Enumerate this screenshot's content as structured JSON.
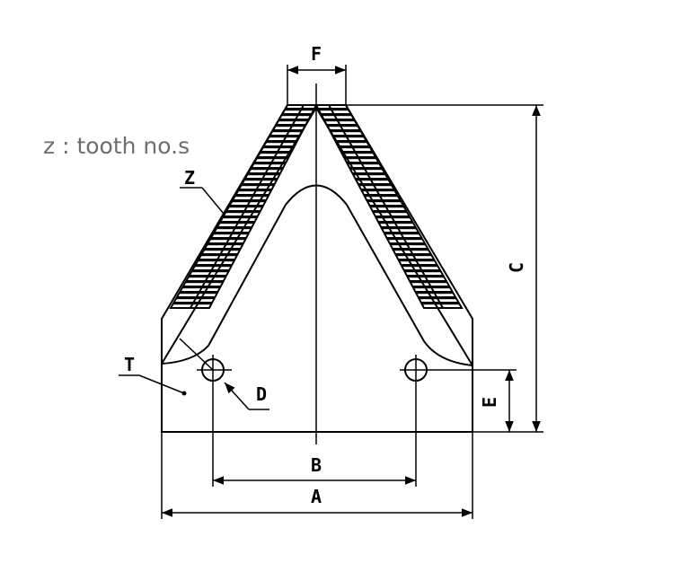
{
  "note": "z : tooth no.s",
  "labels": {
    "F": "F",
    "C": "C",
    "E": "E",
    "B": "B",
    "A": "A",
    "T": "T",
    "D": "D",
    "Z": "Z"
  },
  "colors": {
    "line": "#000000",
    "note_text": "#6e6e6e",
    "background": "#ffffff"
  }
}
